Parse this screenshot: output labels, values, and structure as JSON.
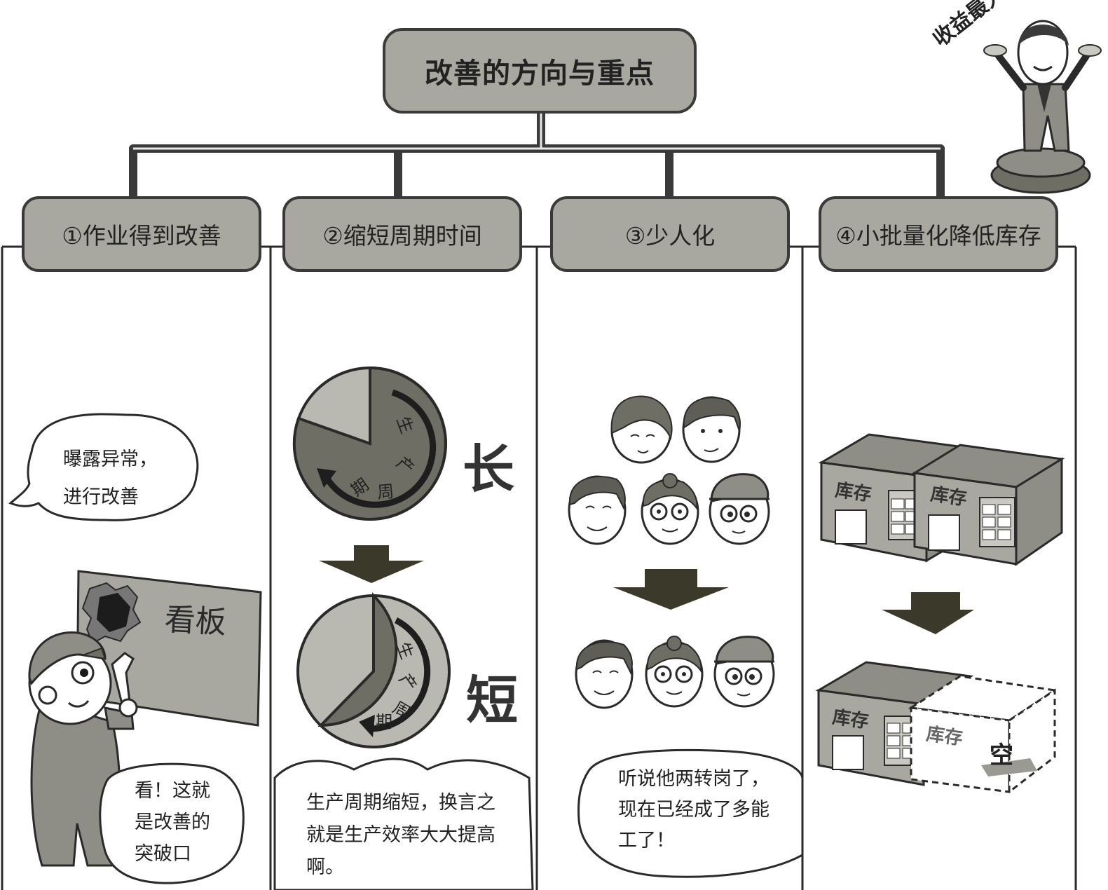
{
  "title": "改善的方向与重点",
  "corner_badge": "收益最大",
  "categories": [
    {
      "label": "①作业得到改善"
    },
    {
      "label": "②缩短周期时间"
    },
    {
      "label": "③少人化"
    },
    {
      "label": "④小批量化降低库存"
    }
  ],
  "panel1": {
    "bubble_top": [
      "曝露异常，",
      "进行改善"
    ],
    "board_label": "看板",
    "bubble_bottom": [
      "看！这就",
      "是改善的",
      "突破口"
    ]
  },
  "panel2": {
    "cycle_chars": [
      "生",
      "产",
      "周",
      "期"
    ],
    "label_long": "长",
    "label_short": "短",
    "caption": [
      "生产周期缩短，换言之",
      "就是生产效率大大提高",
      "啊。"
    ]
  },
  "panel3": {
    "caption": [
      "听说他两转岗了，",
      "现在已经成了多能",
      "工了！"
    ]
  },
  "panel4": {
    "warehouse_label": "库存",
    "empty_label": "空"
  },
  "colors": {
    "box_fill": "#a8a8a0",
    "line": "#3a3a3a",
    "arrow": "#3b3a2a",
    "pie_light": "#b9b9b1",
    "pie_dark": "#6e6e64"
  }
}
